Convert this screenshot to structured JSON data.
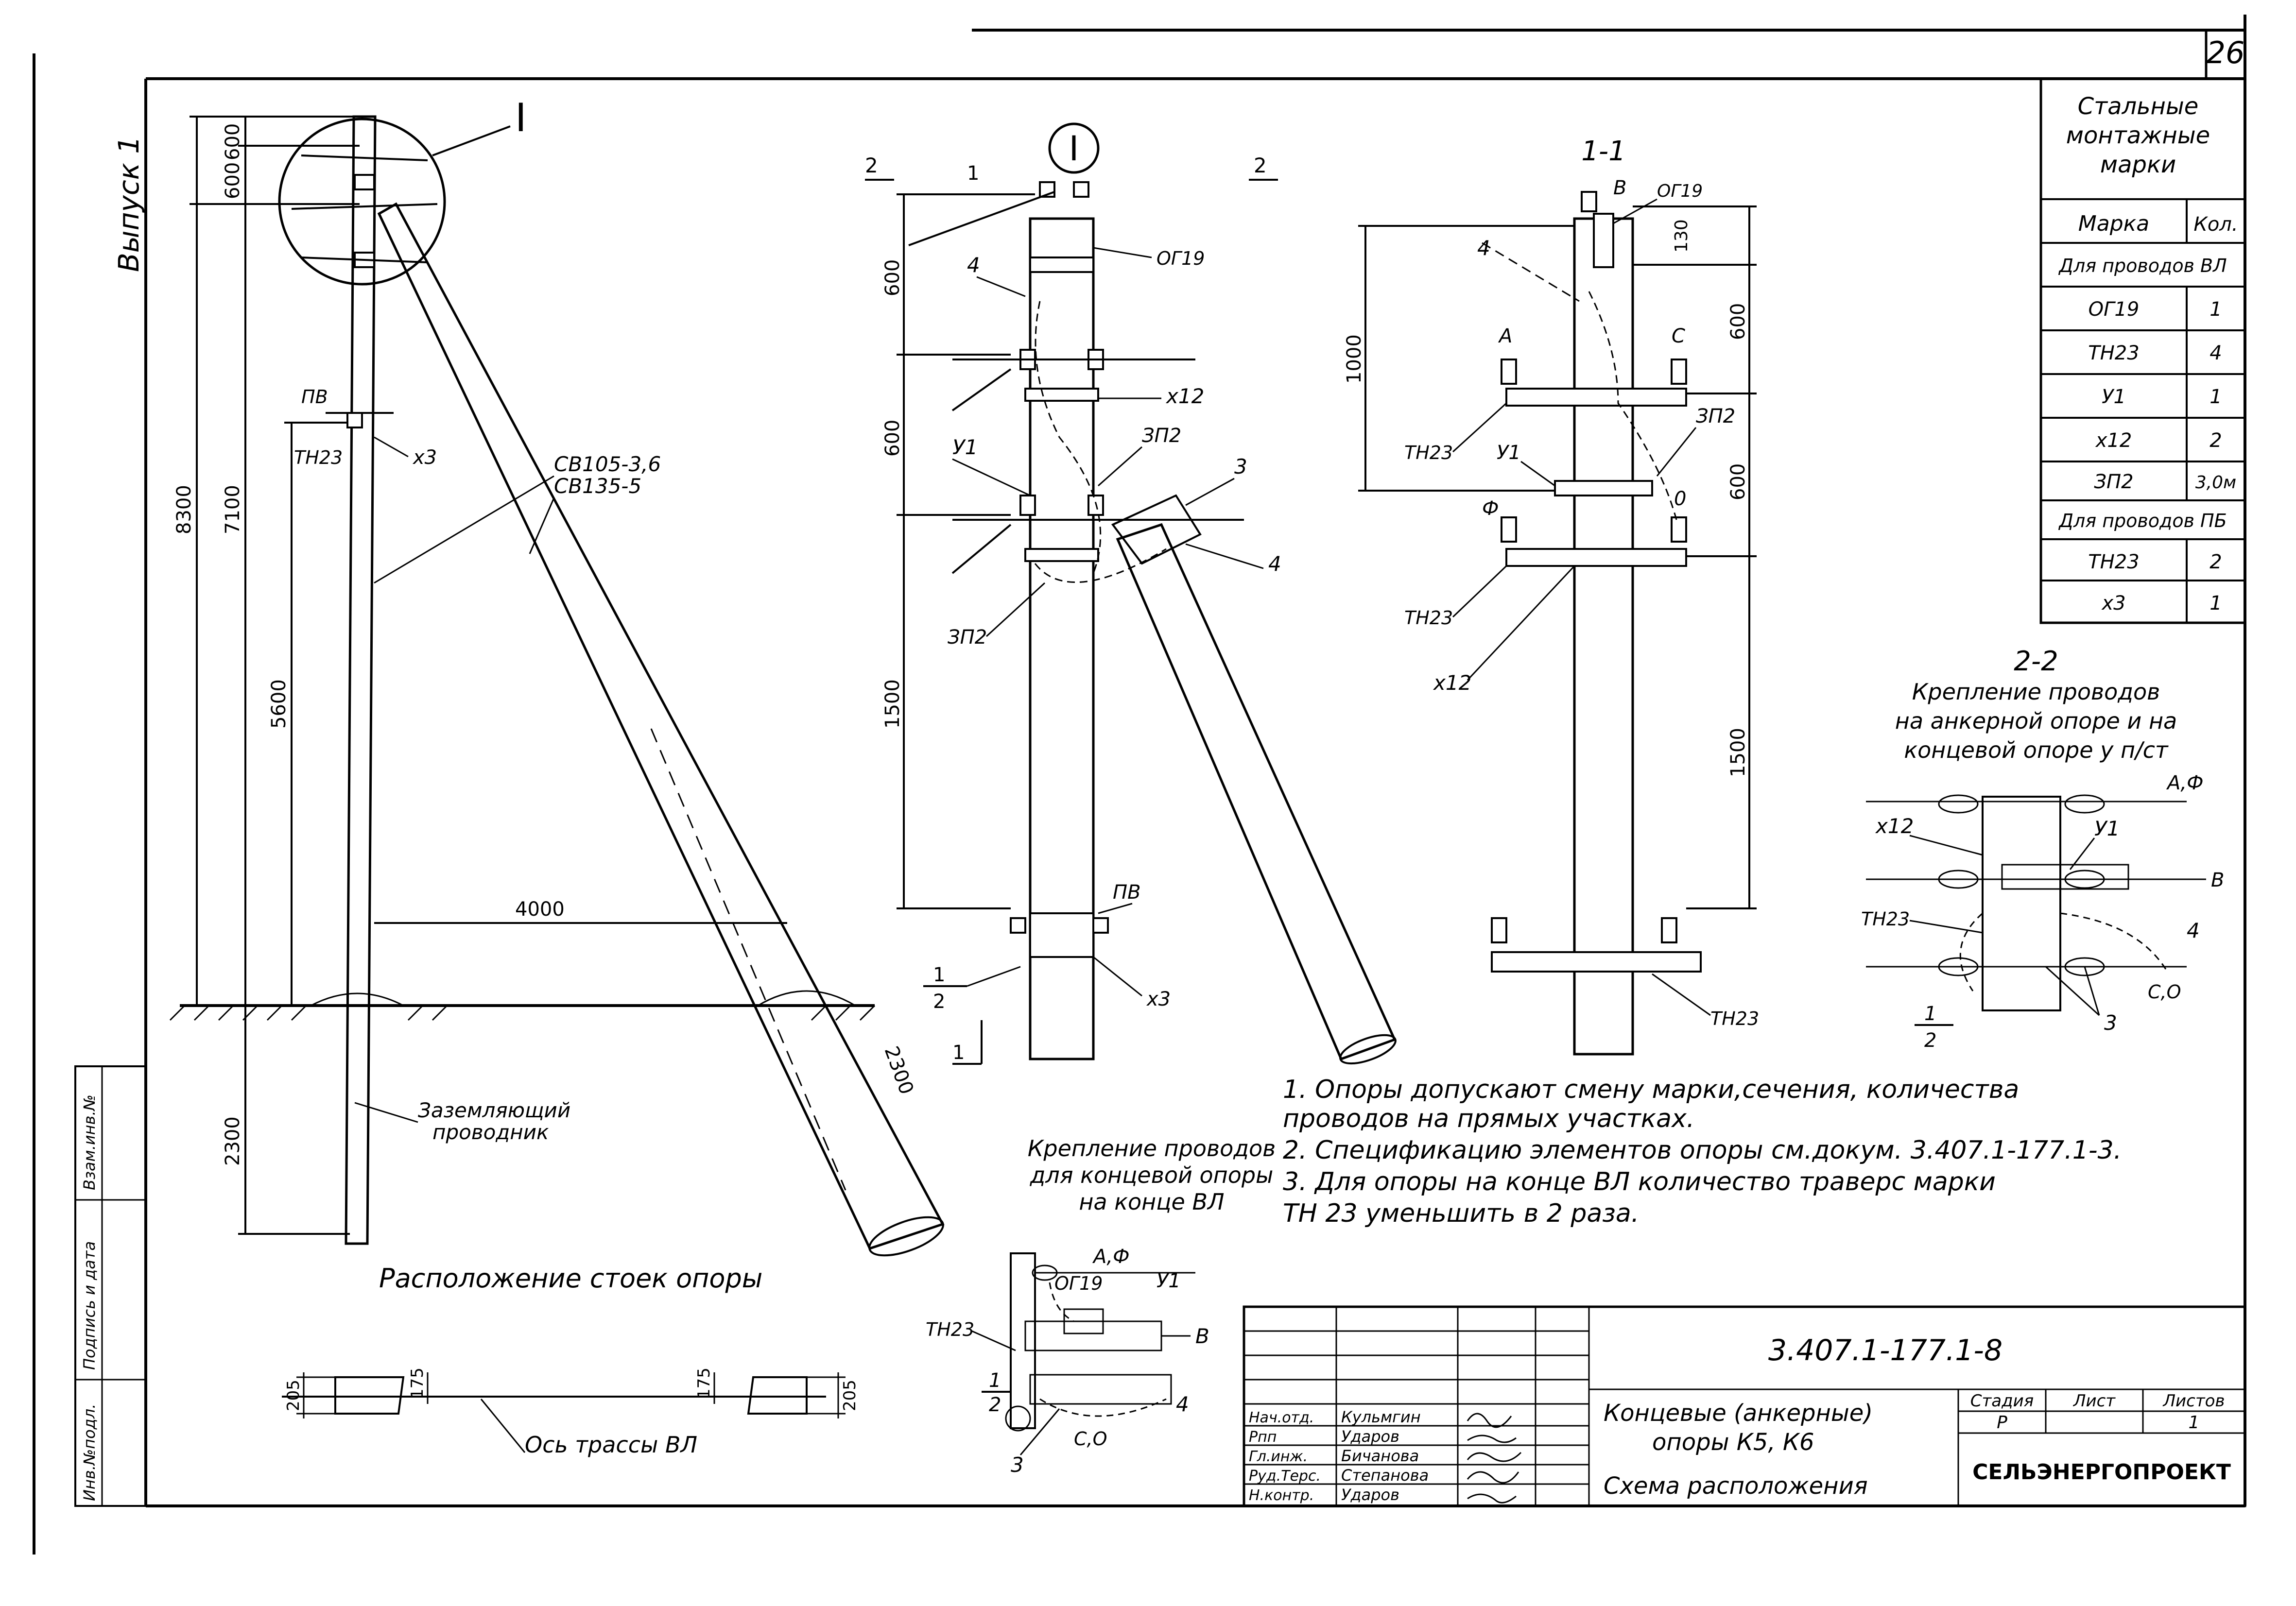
{
  "sheet": {
    "page_number": "26",
    "issue_label": "Выпуск 1",
    "node_marker": "I"
  },
  "left_view": {
    "dim_top_a": "600",
    "dim_top_b": "600",
    "dim_total_height": "8300",
    "dim_7100": "7100",
    "dim_5600": "5600",
    "dim_base_offset": "4000",
    "dim_depth": "2300",
    "dim_strut_depth": "2300",
    "label_pv": "ПВ",
    "label_tn23": "ТН23",
    "label_x3": "х3",
    "label_sv105": "СВ105-3,6",
    "label_sv135": "СВ135-5",
    "label_ground_conductor_1": "Заземляющий",
    "label_ground_conductor_2": "проводник",
    "caption_layout": "Расположение стоек опоры"
  },
  "view_I": {
    "section_mark_left": "2",
    "section_mark_right": "2",
    "label_og19": "ОГ19",
    "label_4": "4",
    "label_x12": "х12",
    "label_zp2_a": "ЗП2",
    "label_y1": "У1",
    "label_3": "3",
    "label_4b": "4",
    "label_zp2_b": "ЗП2",
    "label_pv": "ПВ",
    "label_x3": "х3",
    "label_1a": "1",
    "label_2a": "2",
    "label_1b": "1",
    "dim_600_a": "600",
    "dim_600_b": "600",
    "dim_1500": "1500",
    "dim_1": "1"
  },
  "section_11": {
    "title": "1-1",
    "label_v": "В",
    "label_og19": "ОГ19",
    "label_4": "4",
    "label_a": "А",
    "label_s": "С",
    "label_tn23_a": "ТН23",
    "label_y1": "У1",
    "label_zp2": "ЗП2",
    "label_f": "Ф",
    "label_o": "0",
    "label_tn23_b": "ТН23",
    "label_x12": "х12",
    "label_tn23_c": "ТН23",
    "dim_130": "130",
    "dim_1000": "1000",
    "dim_600_a": "600",
    "dim_600_b": "600",
    "dim_1500": "1500"
  },
  "section_22": {
    "title": "2-2",
    "caption_1": "Крепление проводов",
    "caption_2": "на анкерной опоре и на",
    "caption_3": "концевой опоре у п/ст",
    "label_af": "А,Ф",
    "label_x12": "х12",
    "label_y1": "У1",
    "label_b": "В",
    "label_tn23": "ТН23",
    "label_4": "4",
    "label_so": "С,О",
    "label_1": "1",
    "label_2": "2",
    "label_3": "3"
  },
  "end_detail": {
    "caption_1": "Крепление проводов",
    "caption_2": "для концевой опоры",
    "caption_3": "на конце ВЛ",
    "label_af": "А,Ф",
    "label_og19": "ОГ19",
    "label_y1": "У1",
    "label_tn23": "ТН23",
    "label_b": "В",
    "label_1": "1",
    "label_2": "2",
    "label_3": "3",
    "label_4": "4",
    "label_so": "С,О"
  },
  "spec_table": {
    "title_1": "Стальные",
    "title_2": "монтажные",
    "title_3": "марки",
    "col_mark": "Марка",
    "col_qty": "Кол.",
    "group_vl": "Для проводов ВЛ",
    "group_pb": "Для проводов ПБ",
    "rows_vl": [
      {
        "mark": "ОГ19",
        "qty": "1"
      },
      {
        "mark": "ТН23",
        "qty": "4"
      },
      {
        "mark": "У1",
        "qty": "1"
      },
      {
        "mark": "х12",
        "qty": "2"
      },
      {
        "mark": "ЗП2",
        "qty": "3,0м"
      }
    ],
    "rows_pb": [
      {
        "mark": "ТН23",
        "qty": "2"
      },
      {
        "mark": "х3",
        "qty": "1"
      }
    ]
  },
  "plan": {
    "dim_205_a": "205",
    "dim_175_a": "175",
    "dim_175_b": "175",
    "dim_205_b": "205",
    "axis_label": "Ось трассы ВЛ"
  },
  "notes": [
    "1.  Опоры допускают смену марки,сечения, количества",
    "проводов на прямых участках.",
    "2.  Спецификацию элементов опоры см.докум. 3.407.1-177.1-3.",
    "3.  Для опоры на конце ВЛ количество траверс марки",
    "ТН 23 уменьшить в 2 раза."
  ],
  "side_stamp": {
    "c1": "Инв.№подл.",
    "c2": "Подпись и дата",
    "c3": "Взам.инв.№"
  },
  "title_block": {
    "doc_code": "3.407.1-177.1-8",
    "title_line_1": "Концевые (анкерные)",
    "title_line_2": "опоры К5, К6",
    "title_line_3": "Схема расположения",
    "col_stage": "Стадия",
    "col_sheet": "Лист",
    "col_sheets": "Листов",
    "val_stage": "Р",
    "val_sheets": "1",
    "org": "СЕЛЬЭНЕРГОПРОЕКТ",
    "signatures": [
      {
        "role": "Нач.отд.",
        "name": "Кульмгин"
      },
      {
        "role": "Рпп",
        "name": "Ударов"
      },
      {
        "role": "Гл.инж.",
        "name": "Бичанова"
      },
      {
        "role": "Руд.Терс.",
        "name": "Степанова"
      },
      {
        "role": "Н.контр.",
        "name": "Ударов"
      }
    ]
  }
}
